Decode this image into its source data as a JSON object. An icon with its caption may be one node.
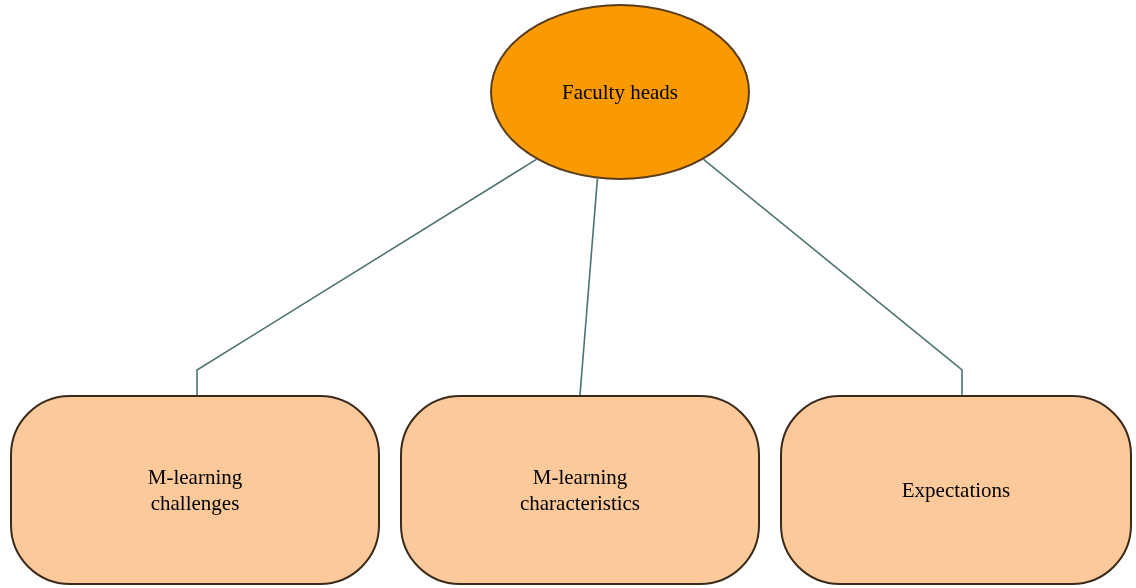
{
  "diagram": {
    "nodes": [
      {
        "text": [
          "Faculty heads"
        ]
      },
      {
        "text": [
          "M-learning challenges"
        ]
      },
      {
        "text": [
          "M-learning characteristics"
        ]
      },
      {
        "text": [
          "Expectations"
        ]
      }
    ],
    "edges": [
      {
        "from": 0,
        "to": 1,
        "arrow": "none"
      },
      {
        "from": 0,
        "to": 2,
        "arrow": "none"
      },
      {
        "from": 0,
        "to": 3,
        "arrow": "none"
      }
    ]
  }
}
